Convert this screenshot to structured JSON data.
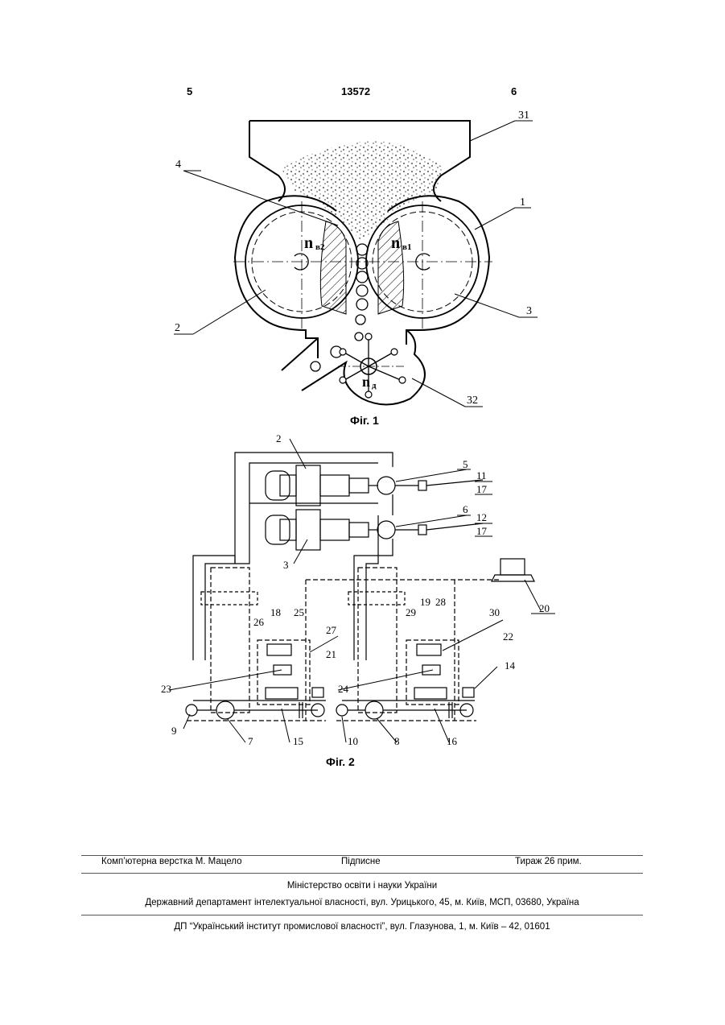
{
  "header": {
    "left_page": "5",
    "patent_number": "13572",
    "right_page": "6"
  },
  "fig1": {
    "caption": "Фіг. 1",
    "callouts": [
      "31",
      "4",
      "1",
      "3",
      "2",
      "32"
    ],
    "speed_labels": {
      "nv2": "n",
      "nv2_sub": "в2",
      "nv1": "n",
      "nv1_sub": "в1",
      "nd": "n",
      "nd_sub": "д"
    }
  },
  "fig2": {
    "caption": "Фіг. 2",
    "callouts": [
      "2",
      "5",
      "11",
      "17",
      "6",
      "12",
      "17",
      "3",
      "20",
      "18",
      "26",
      "25",
      "27",
      "19",
      "28",
      "29",
      "30",
      "21",
      "22",
      "14",
      "23",
      "24",
      "9",
      "7",
      "15",
      "10",
      "8",
      "16"
    ]
  },
  "footer": {
    "layout_credit": "Комп’ютерна верстка М. Мацело",
    "signed": "Підписне",
    "circulation": "Тираж 26 прим.",
    "ministry": "Міністерство освіти і науки України",
    "department": "Державний департамент інтелектуальної власності, вул. Урицького, 45, м. Київ, МСП, 03680, Україна",
    "institute": "ДП “Український інститут промислової власності”, вул. Глазунова, 1, м. Київ – 42, 01601"
  }
}
